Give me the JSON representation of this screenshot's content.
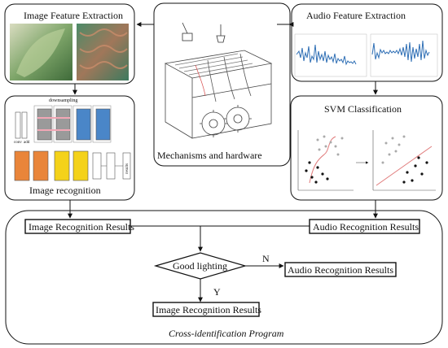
{
  "panels": {
    "image_feature": {
      "title": "Image Feature Extraction"
    },
    "mechanism": {
      "caption": "Mechanisms and hardware"
    },
    "audio_feature": {
      "title": "Audio Feature Extraction"
    },
    "cnn": {
      "caption": "Image recognition",
      "downsampling_label": "downsampling",
      "small_labels": [
        "conv",
        "add"
      ],
      "results_label": "results"
    },
    "svm": {
      "title": "SVM Classification"
    }
  },
  "program": {
    "label": "Cross-identification Program",
    "image_results_top": "Image Recognition Results",
    "audio_results_top": "Audio Recognition Results",
    "decision": "Good lighting",
    "branch_no": "N",
    "branch_yes": "Y",
    "audio_results_bottom": "Audio Recognition Results",
    "image_results_bottom": "Image Recognition Results"
  },
  "colors": {
    "line": "#111111",
    "layer_gray": "#9a9a9a",
    "layer_pink": "#f2a7b5",
    "layer_blue": "#4a86c8",
    "layer_orange": "#e9853a",
    "layer_yellow": "#f4d21a",
    "waveform": "#2f6fb5",
    "svm_line": "#e07a7a"
  }
}
